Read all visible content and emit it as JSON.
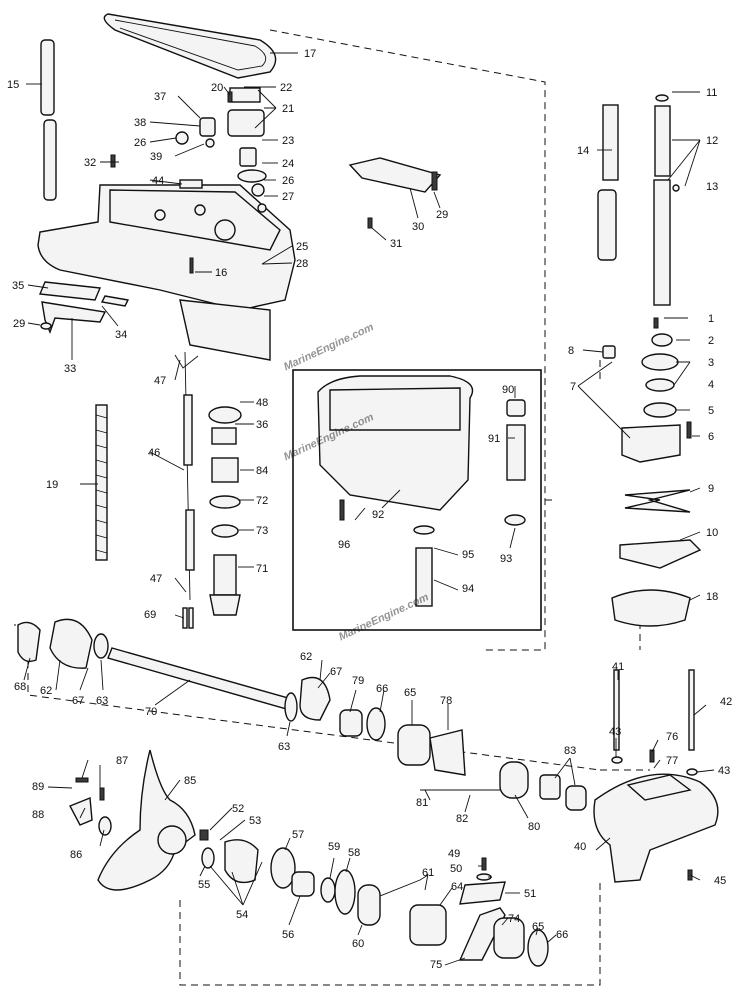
{
  "watermark": [
    "MarineEngine.com",
    "MarineEngine.com",
    "MarineEngine.com"
  ],
  "labels": {
    "p1": "1",
    "p2": "2",
    "p3": "3",
    "p4": "4",
    "p5": "5",
    "p6": "6",
    "p7": "7",
    "p8": "8",
    "p9": "9",
    "p10": "10",
    "p11": "11",
    "p12": "12",
    "p13": "13",
    "p14": "14",
    "p15": "15",
    "p16": "16",
    "p17": "17",
    "p18": "18",
    "p19": "19",
    "p20": "20",
    "p21": "21",
    "p22": "22",
    "p23": "23",
    "p24": "24",
    "p25": "25",
    "p26": "26",
    "p27": "27",
    "p28": "28",
    "p29": "29",
    "p30": "30",
    "p31": "31",
    "p32": "32",
    "p33": "33",
    "p34": "34",
    "p35": "35",
    "p36": "36",
    "p37": "37",
    "p38": "38",
    "p39": "39",
    "p40": "40",
    "p41": "41",
    "p42": "42",
    "p43": "43",
    "p44": "44",
    "p45": "45",
    "p46": "46",
    "p47": "47",
    "p48": "48",
    "p49": "49",
    "p50": "50",
    "p51": "51",
    "p52": "52",
    "p53": "53",
    "p54": "54",
    "p55": "55",
    "p56": "56",
    "p57": "57",
    "p58": "58",
    "p59": "59",
    "p60": "60",
    "p61": "61",
    "p62": "62",
    "p63": "63",
    "p64": "64",
    "p65": "65",
    "p66": "66",
    "p67": "67",
    "p68": "68",
    "p69": "69",
    "p70": "70",
    "p71": "71",
    "p72": "72",
    "p73": "73",
    "p74": "74",
    "p75": "75",
    "p76": "76",
    "p77": "77",
    "p78": "78",
    "p79": "79",
    "p80": "80",
    "p81": "81",
    "p82": "82",
    "p83": "83",
    "p84": "84",
    "p85": "85",
    "p86": "86",
    "p87": "87",
    "p88": "88",
    "p89": "89",
    "p90": "90",
    "p91": "91",
    "p92": "92",
    "p93": "93",
    "p94": "94",
    "p95": "95",
    "p96": "96"
  }
}
